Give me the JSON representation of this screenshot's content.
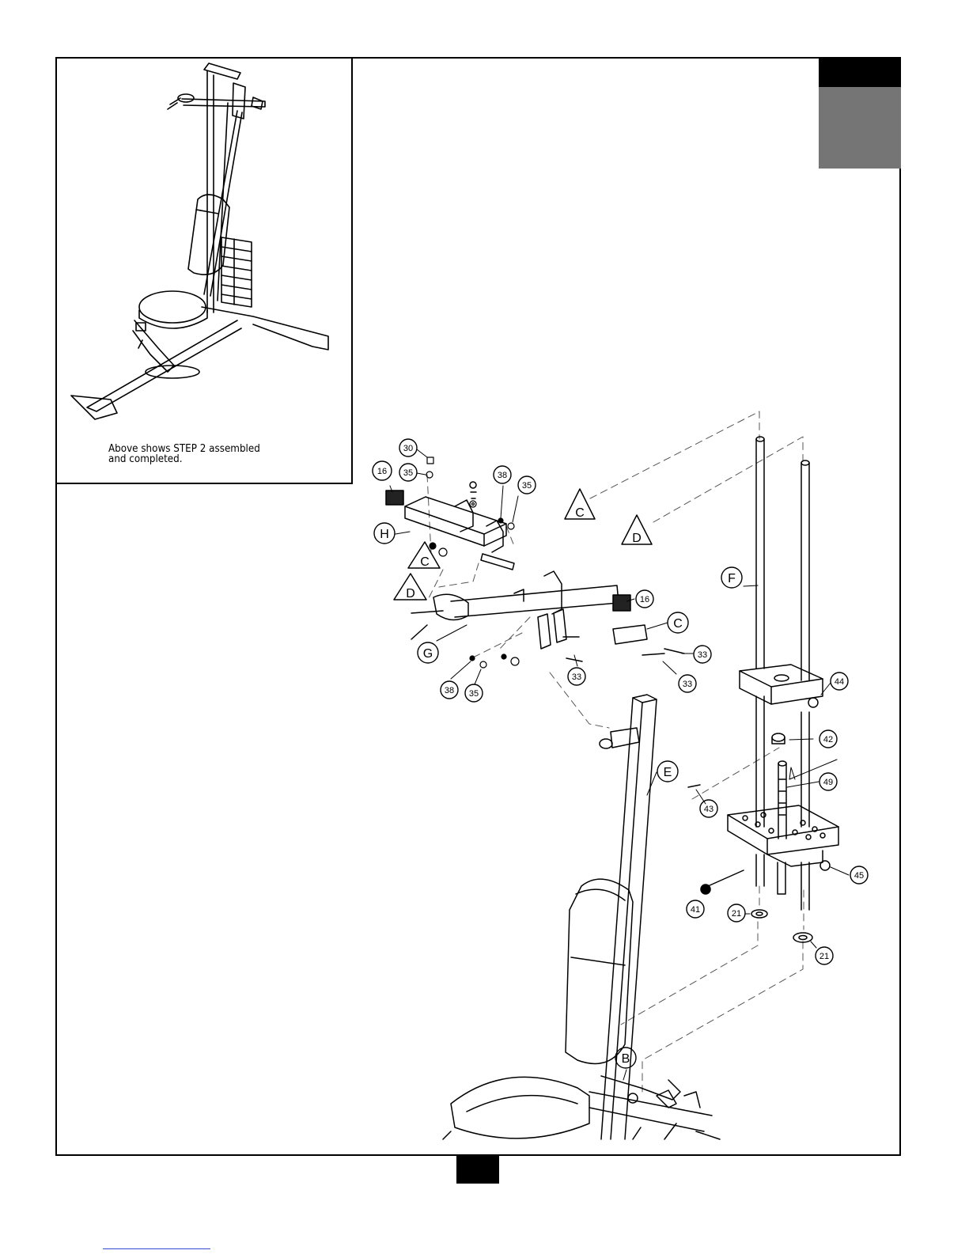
{
  "caption": {
    "line1": "Above shows STEP 2 assembled",
    "line2": "and completed."
  },
  "labels": {
    "p30": "30",
    "p35a": "35",
    "p16a": "16",
    "p38a": "38",
    "p35b": "35",
    "C1": "C",
    "D1": "D",
    "H": "H",
    "C2": "C",
    "D2": "D",
    "F": "F",
    "p16b": "16",
    "C3": "C",
    "G": "G",
    "p33a": "33",
    "p33b": "33",
    "p33c": "33",
    "p38b": "38",
    "p35c": "35",
    "p44": "44",
    "p42": "42",
    "E": "E",
    "p49": "49",
    "p43": "43",
    "p45": "45",
    "p41": "41",
    "p21a": "21",
    "p21b": "21",
    "B": "B"
  }
}
